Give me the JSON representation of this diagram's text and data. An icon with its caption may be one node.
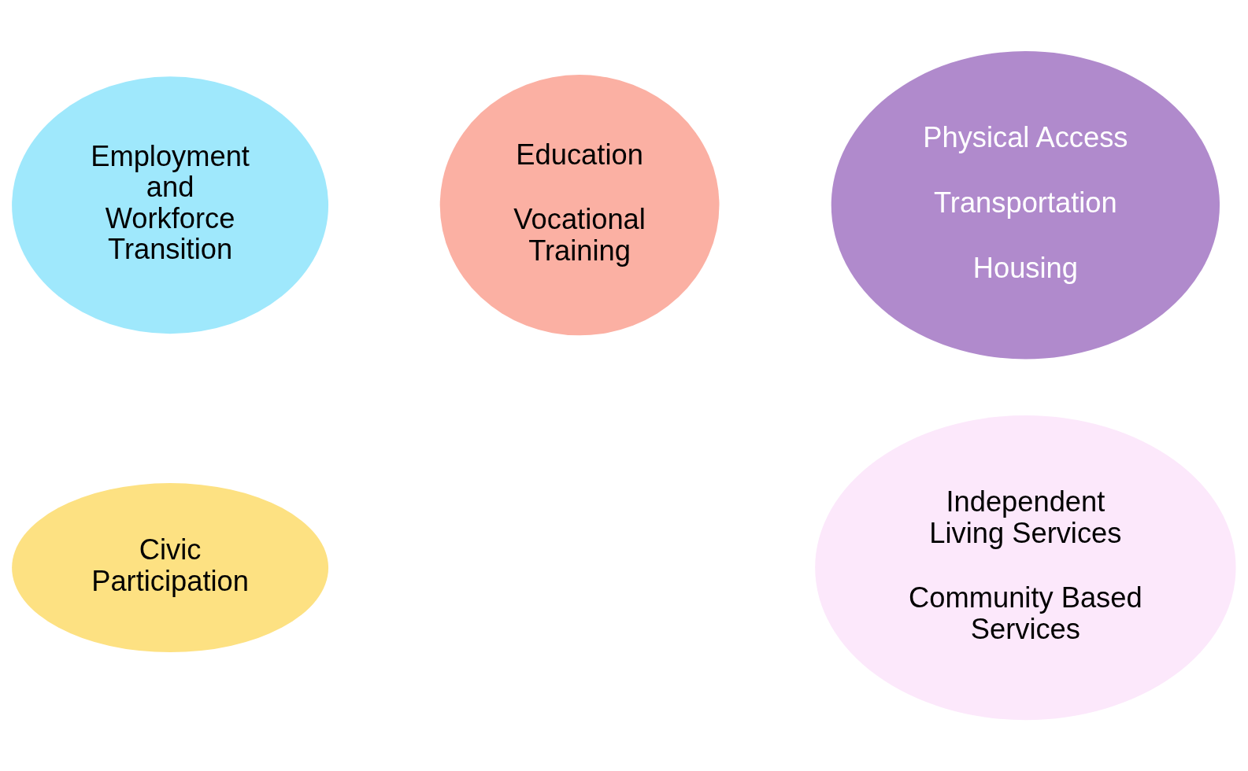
{
  "diagram": {
    "nodes": [
      {
        "text": [
          "Employment and Workforce Transition"
        ]
      },
      {
        "text": [
          "Education",
          "Vocational Training"
        ]
      },
      {
        "text": [
          "Physical Access",
          "Transportation",
          "Housing"
        ]
      },
      {
        "text": [
          "Civic Participation"
        ]
      },
      {
        "text": [
          "Independent Living Services",
          "Community Based Services"
        ]
      }
    ]
  }
}
